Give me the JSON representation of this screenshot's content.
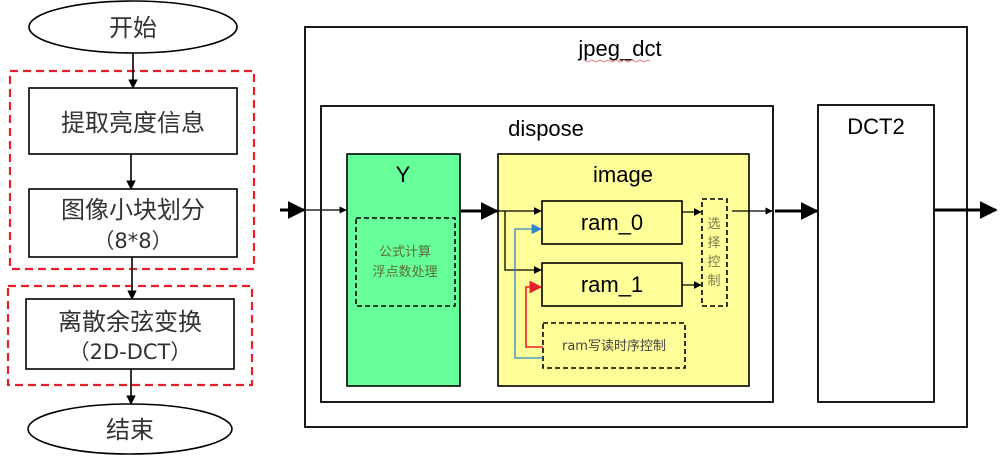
{
  "flowchart": {
    "start": "开始",
    "step1": "提取亮度信息",
    "step2_line1": "图像小块划分",
    "step2_line2": "（8*8）",
    "step3_line1": "离散余弦变换",
    "step3_line2": "（2D-DCT）",
    "end": "结束"
  },
  "block_diagram": {
    "top_module": "jpeg_dct",
    "dispose_module": "dispose",
    "y_module": {
      "title": "Y",
      "inner_line1": "公式计算",
      "inner_line2": "浮点数处理"
    },
    "image_module": {
      "title": "image",
      "ram0": "ram_0",
      "ram1": "ram_1",
      "select_ctrl": [
        "选",
        "择",
        "控",
        "制"
      ],
      "ram_ctrl": "ram写读时序控制"
    },
    "dct2_module": "DCT2"
  },
  "colors": {
    "group_border": "#e8202a",
    "y_fill": "#66ff99",
    "image_fill": "#ffff99",
    "blue_signal": "#2e86c8",
    "red_signal": "#e8202a",
    "inner_text": "#5a6a3a"
  }
}
